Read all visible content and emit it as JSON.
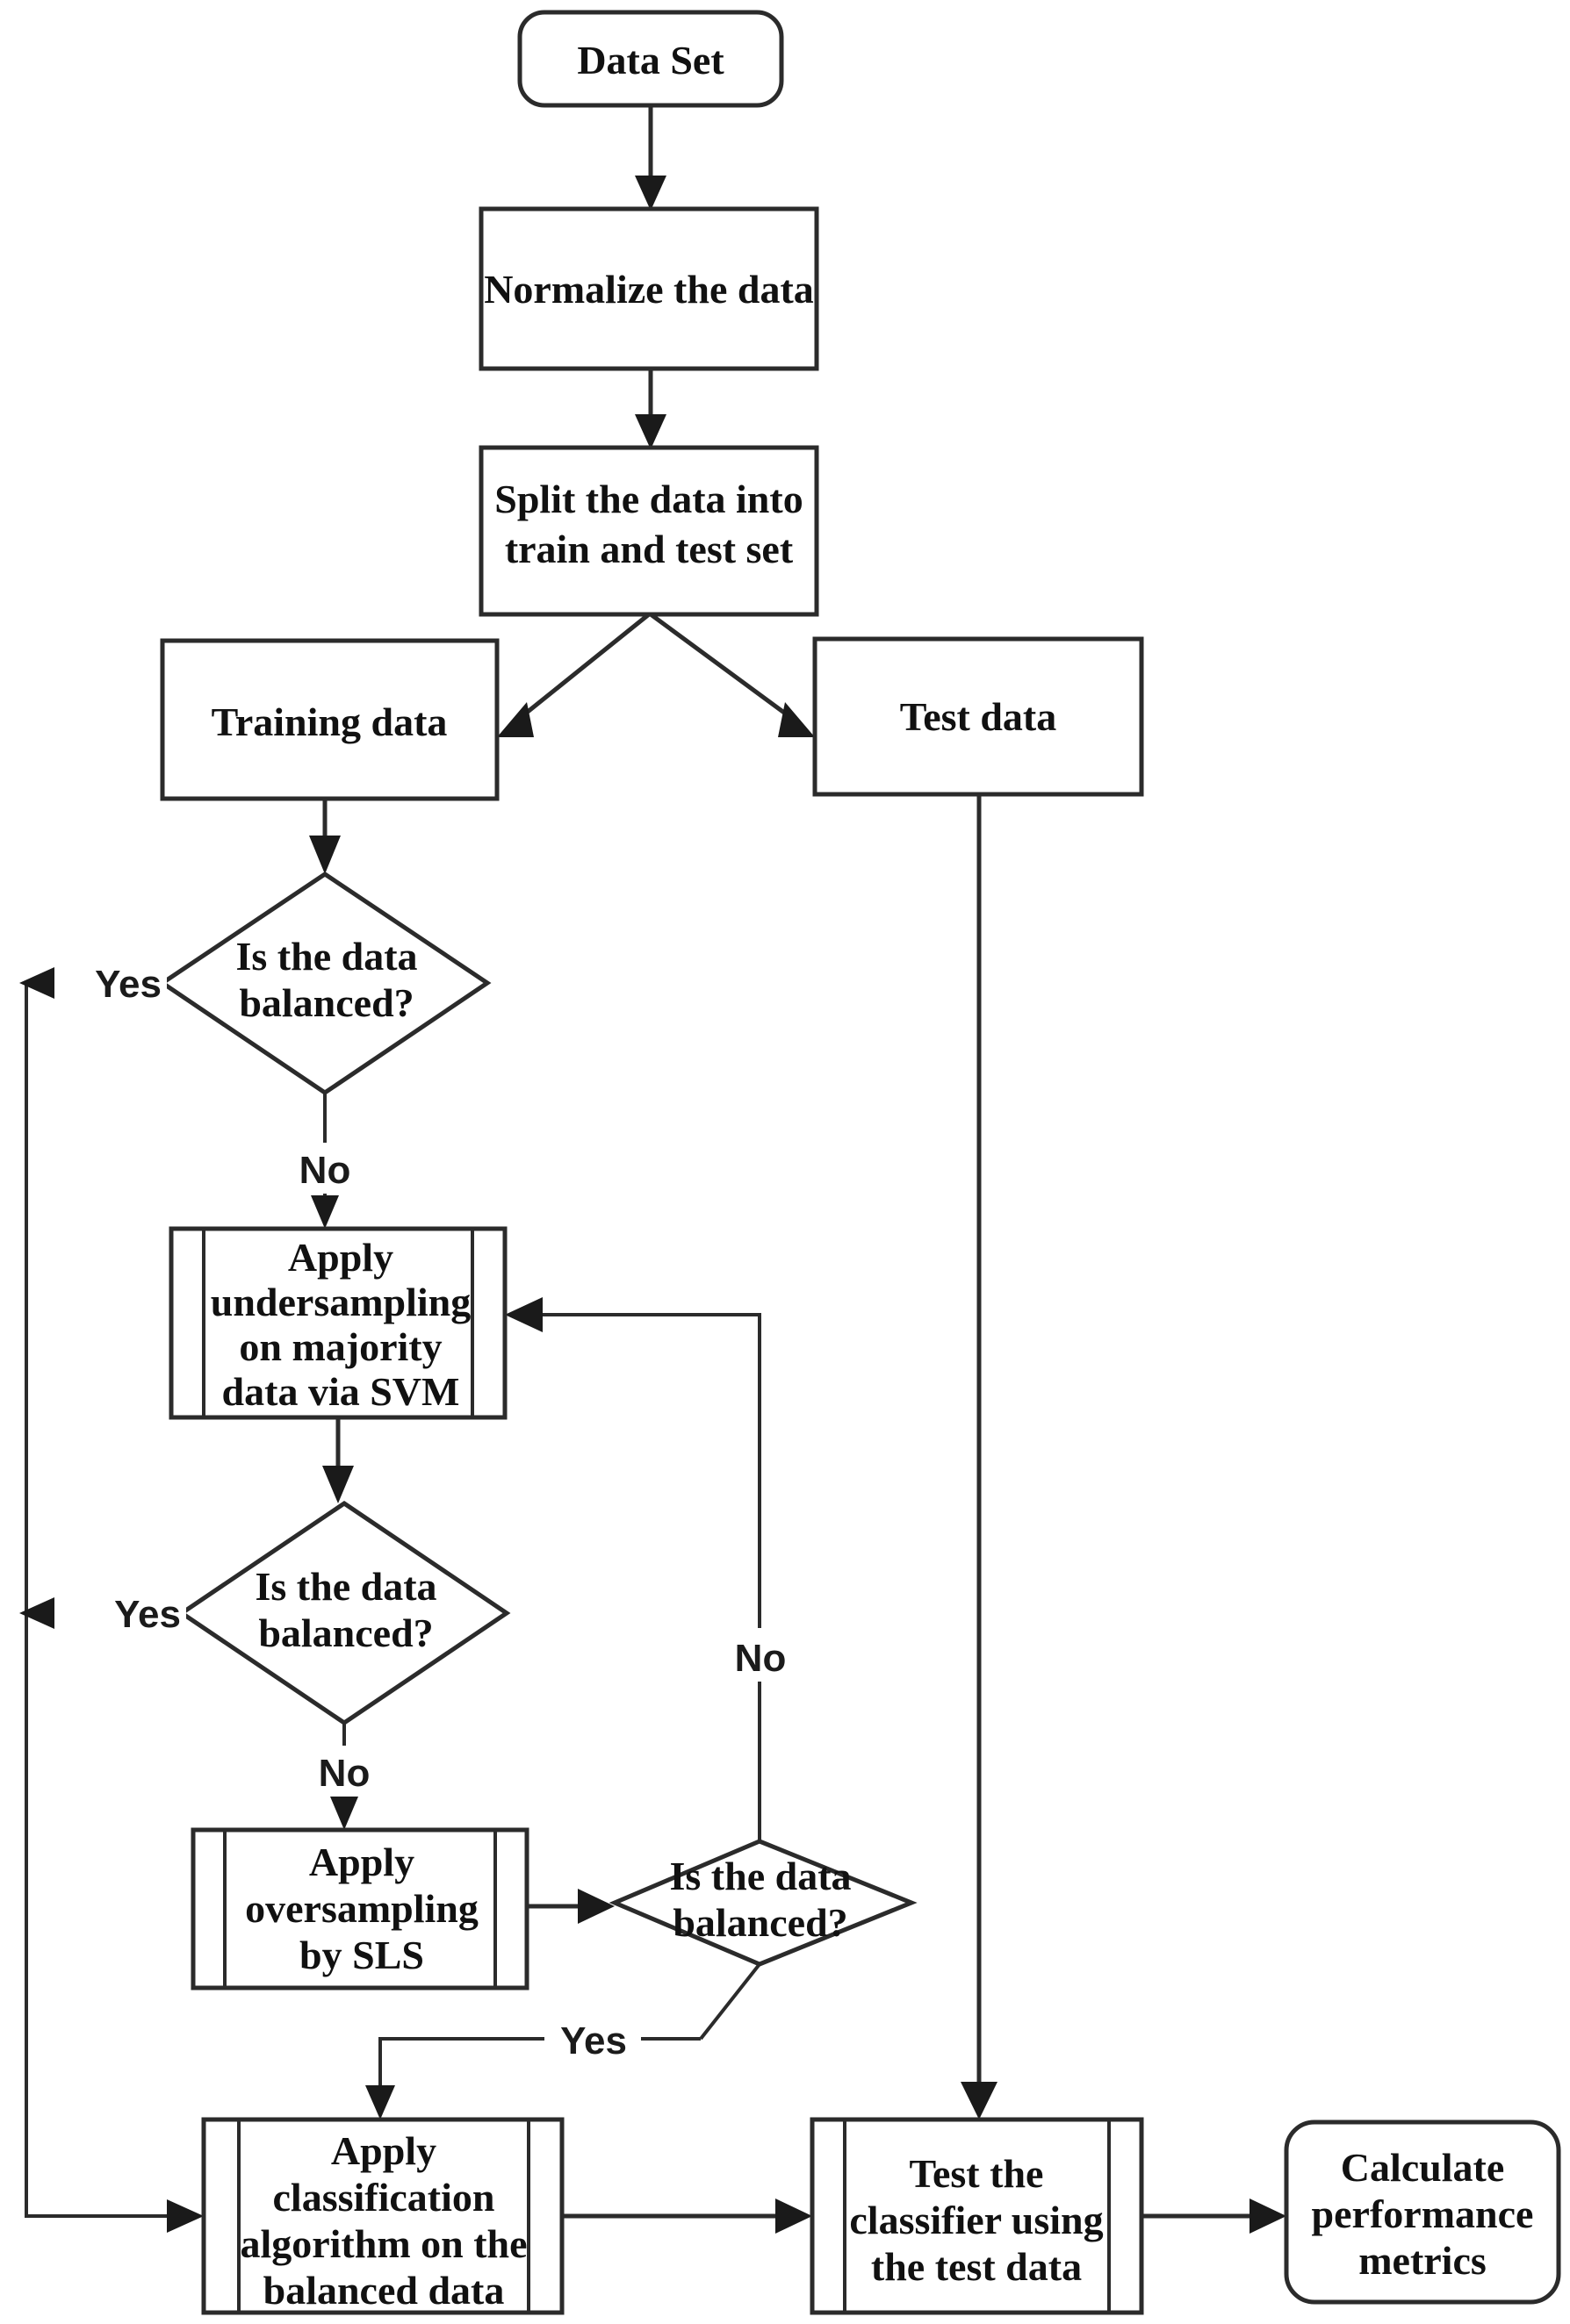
{
  "diagram": {
    "type": "flowchart",
    "title": "Imbalanced data classification pipeline flowchart",
    "colors": {
      "stroke": "#2b2b2b",
      "text": "#111111",
      "fill": "#ffffff"
    },
    "nodes": [
      {
        "id": "data_set",
        "shape": "terminator",
        "lines": [
          "Data Set"
        ]
      },
      {
        "id": "normalize",
        "shape": "process",
        "lines": [
          "Normalize the data"
        ]
      },
      {
        "id": "split",
        "shape": "process",
        "lines": [
          "Split the data into",
          "train and test set"
        ]
      },
      {
        "id": "training_data",
        "shape": "process",
        "lines": [
          "Training data"
        ]
      },
      {
        "id": "test_data",
        "shape": "process",
        "lines": [
          "Test data"
        ]
      },
      {
        "id": "decision_1",
        "shape": "decision",
        "lines": [
          "Is the data",
          "balanced?"
        ]
      },
      {
        "id": "undersampling",
        "shape": "predefined-process",
        "lines": [
          "Apply",
          "undersampling",
          "on majority",
          "data via SVM"
        ]
      },
      {
        "id": "decision_2",
        "shape": "decision",
        "lines": [
          "Is the data",
          "balanced?"
        ]
      },
      {
        "id": "oversampling",
        "shape": "predefined-process",
        "lines": [
          "Apply",
          "oversampling",
          "by SLS"
        ]
      },
      {
        "id": "decision_3",
        "shape": "decision",
        "lines": [
          "Is the data",
          "balanced?"
        ]
      },
      {
        "id": "classification",
        "shape": "predefined-process",
        "lines": [
          "Apply",
          "classification",
          "algorithm on the",
          "balanced data"
        ]
      },
      {
        "id": "test_classifier",
        "shape": "predefined-process",
        "lines": [
          "Test the",
          "classifier using",
          "the test data"
        ]
      },
      {
        "id": "metrics",
        "shape": "terminator",
        "lines": [
          "Calculate",
          "performance",
          "metrics"
        ]
      }
    ],
    "edge_labels": {
      "d1_yes": "Yes",
      "d1_no": "No",
      "d2_yes": "Yes",
      "d2_no": "No",
      "d3_yes": "Yes",
      "d3_no": "No"
    },
    "edges": [
      {
        "from": "data_set",
        "to": "normalize",
        "label": ""
      },
      {
        "from": "normalize",
        "to": "split",
        "label": ""
      },
      {
        "from": "split",
        "to": "training_data",
        "label": ""
      },
      {
        "from": "split",
        "to": "test_data",
        "label": ""
      },
      {
        "from": "training_data",
        "to": "decision_1",
        "label": ""
      },
      {
        "from": "decision_1",
        "to": "classification",
        "label": "Yes"
      },
      {
        "from": "decision_1",
        "to": "undersampling",
        "label": "No"
      },
      {
        "from": "undersampling",
        "to": "decision_2",
        "label": ""
      },
      {
        "from": "decision_2",
        "to": "classification",
        "label": "Yes"
      },
      {
        "from": "decision_2",
        "to": "oversampling",
        "label": "No"
      },
      {
        "from": "oversampling",
        "to": "decision_3",
        "label": ""
      },
      {
        "from": "decision_3",
        "to": "classification",
        "label": "Yes"
      },
      {
        "from": "decision_3",
        "to": "undersampling",
        "label": "No"
      },
      {
        "from": "test_data",
        "to": "test_classifier",
        "label": ""
      },
      {
        "from": "classification",
        "to": "test_classifier",
        "label": ""
      },
      {
        "from": "test_classifier",
        "to": "metrics",
        "label": ""
      }
    ]
  }
}
